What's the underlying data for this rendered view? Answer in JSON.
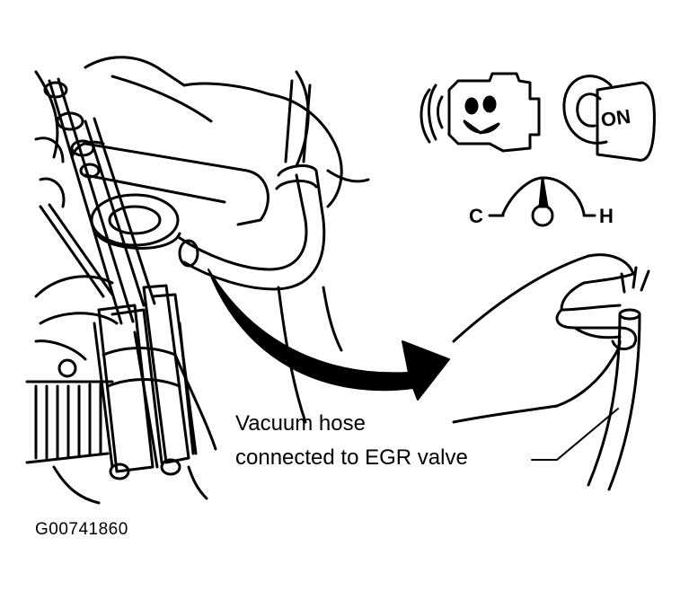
{
  "callout": {
    "line1": "Vacuum hose",
    "line2": "connected to EGR valve"
  },
  "figure_id": "G00741860",
  "gauge": {
    "cold_label": "C",
    "hot_label": "H"
  },
  "ignition": {
    "key_label": "ON"
  },
  "icons": [
    "engine-running-icon",
    "ignition-key-on-icon",
    "temperature-gauge-icon"
  ],
  "colors": {
    "ink": "#000000",
    "paper": "#ffffff"
  }
}
